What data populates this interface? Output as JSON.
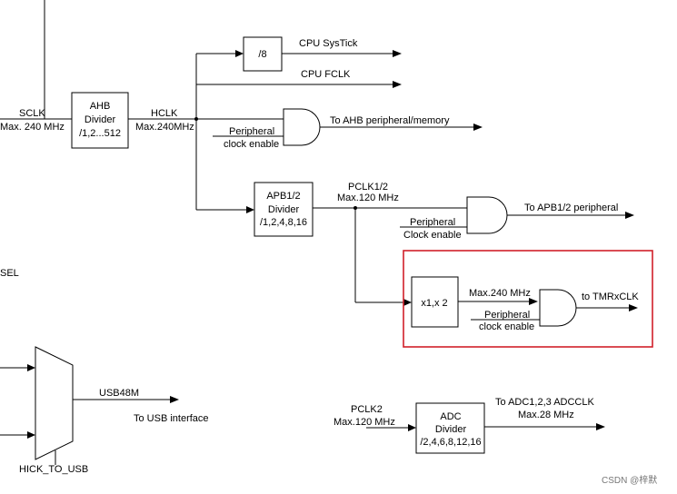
{
  "signals": {
    "sclk": "SCLK",
    "sclk_max": "Max. 240 MHz",
    "hclk": "HCLK",
    "hclk_max": "Max.240MHz",
    "pclk12": "PCLK1/2",
    "pclk12_max": "Max.120 MHz",
    "usb48m": "USB48M",
    "pclk2": "PCLK2",
    "pclk2_max": "Max.120 MHz",
    "max240": "Max.240 MHz",
    "sel_partial": "SEL",
    "hick_to_usb": "HICK_TO_USB"
  },
  "blocks": {
    "ahb": [
      "AHB",
      "Divider",
      "/1,2...512"
    ],
    "div8": "/8",
    "apb": [
      "APB1/2",
      "Divider",
      "/1,2,4,8,16"
    ],
    "mult": "x1,x 2",
    "adc": [
      "ADC",
      "Divider",
      "/2,4,6,8,12,16"
    ]
  },
  "outputs": {
    "cpu_systick": "CPU SysTick",
    "cpu_fclk": "CPU FCLK",
    "ahb_periph": "To AHB peripheral/memory",
    "apb_periph": "To APB1/2 peripheral",
    "tmrxclk": "to TMRxCLK",
    "usb_interface": "To USB interface",
    "adc_clk": "To ADC1,2,3 ADCCLK",
    "adc_max": "Max.28 MHz"
  },
  "gates": {
    "ahb_enable": [
      "Peripheral",
      "clock enable"
    ],
    "apb_enable": [
      "Peripheral",
      "Clock enable"
    ],
    "tmr_enable": [
      "Peripheral",
      "clock enable"
    ]
  },
  "watermark": "CSDN @梓默",
  "colors": {
    "highlight": "#d0202a",
    "line": "#000000"
  }
}
